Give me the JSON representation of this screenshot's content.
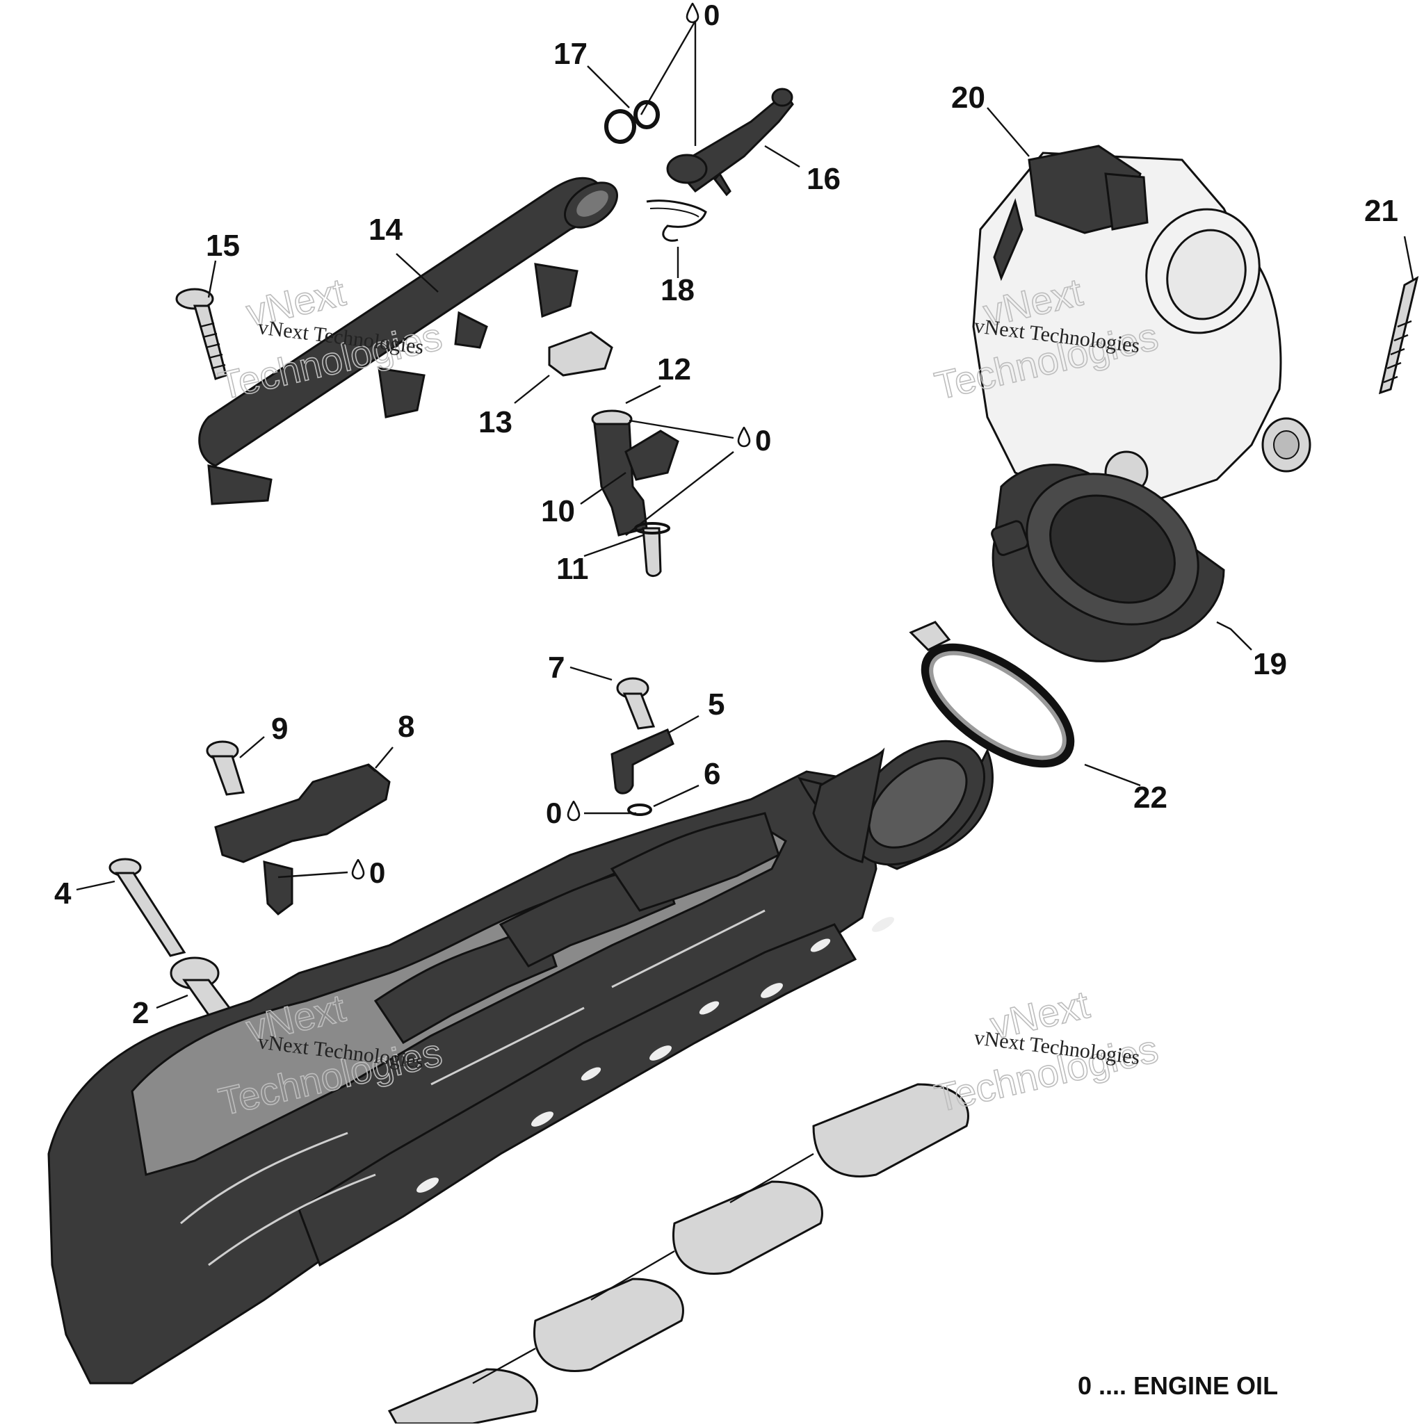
{
  "callouts": [
    {
      "id": "2",
      "label": "2"
    },
    {
      "id": "4",
      "label": "4"
    },
    {
      "id": "5",
      "label": "5"
    },
    {
      "id": "6",
      "label": "6"
    },
    {
      "id": "7",
      "label": "7"
    },
    {
      "id": "8",
      "label": "8"
    },
    {
      "id": "9",
      "label": "9"
    },
    {
      "id": "10",
      "label": "10"
    },
    {
      "id": "11",
      "label": "11"
    },
    {
      "id": "12",
      "label": "12"
    },
    {
      "id": "13",
      "label": "13"
    },
    {
      "id": "14",
      "label": "14"
    },
    {
      "id": "15",
      "label": "15"
    },
    {
      "id": "16",
      "label": "16"
    },
    {
      "id": "17",
      "label": "17"
    },
    {
      "id": "18",
      "label": "18"
    },
    {
      "id": "19",
      "label": "19"
    },
    {
      "id": "20",
      "label": "20"
    },
    {
      "id": "21",
      "label": "21"
    },
    {
      "id": "22",
      "label": "22"
    }
  ],
  "lube_symbol": "0",
  "legend": "0 .... ENGINE OIL",
  "watermark": {
    "line1": "vNext Technologies",
    "line2_a": "vNext",
    "line2_b": "Technologies"
  }
}
